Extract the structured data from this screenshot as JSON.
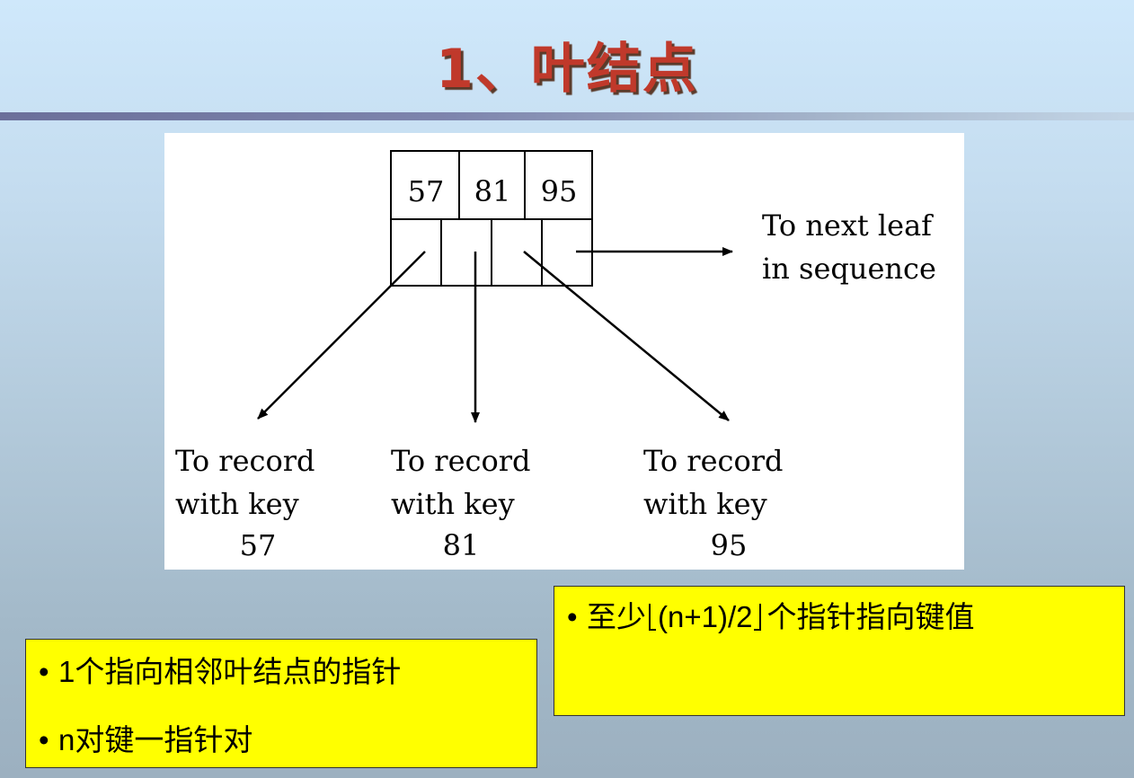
{
  "title": "1、叶结点",
  "diagram": {
    "keys": [
      "57",
      "81",
      "95"
    ],
    "next_leaf_label": [
      "To next leaf",
      "in sequence"
    ],
    "records": [
      {
        "line1": "To record",
        "line2": "with key",
        "key": "57"
      },
      {
        "line1": "To record",
        "line2": "with key",
        "key": "81"
      },
      {
        "line1": "To record",
        "line2": "with key",
        "key": "95"
      }
    ]
  },
  "notes": {
    "right": {
      "bullet": "•",
      "prefix": "至少",
      "formula": "(n+1)/2",
      "suffix": "个指针指向键值"
    },
    "left": {
      "items": [
        "1个指向相邻叶结点的指针",
        "n对键一指针对"
      ]
    }
  },
  "colors": {
    "title": "#c0392b",
    "note_background": "#ffff00"
  }
}
